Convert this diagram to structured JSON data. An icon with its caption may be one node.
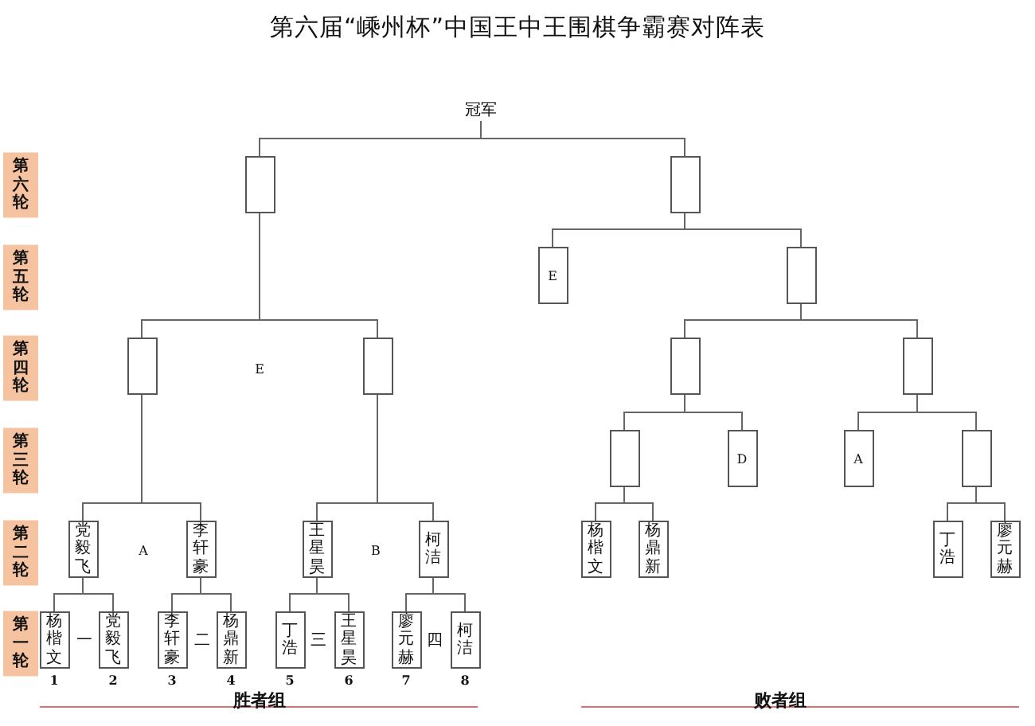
{
  "diagram": {
    "title": "第六届“嵊州杯”中国王中王围棋争霸赛对阵表",
    "nodes": [
      {
        "text": [
          "冠军"
        ]
      },
      {
        "text": [],
        "shape": "box"
      },
      {
        "text": [],
        "shape": "box"
      },
      {
        "text": [
          "E"
        ]
      },
      {
        "text": [],
        "shape": "box"
      },
      {
        "text": [],
        "shape": "box"
      },
      {
        "text": [],
        "shape": "box"
      },
      {
        "text": [],
        "shape": "box"
      },
      {
        "text": [],
        "shape": "box"
      },
      {
        "text": [],
        "shape": "box"
      },
      {
        "text": [
          "D"
        ]
      },
      {
        "text": [
          "A"
        ]
      },
      {
        "text": [],
        "shape": "box"
      },
      {
        "text": [
          "党毅飞"
        ]
      },
      {
        "text": [
          "李轩豪"
        ]
      },
      {
        "text": [
          "王星昊"
        ]
      },
      {
        "text": [
          "柯洁"
        ]
      },
      {
        "text": [
          "杨楷文"
        ]
      },
      {
        "text": [
          "杨鼎新"
        ]
      },
      {
        "text": [
          "丁浩"
        ]
      },
      {
        "text": [
          "廖元赫"
        ]
      },
      {
        "text": [
          "杨楷文"
        ],
        "beside": [
          "1"
        ]
      },
      {
        "text": [
          "党毅飞"
        ],
        "beside": [
          "2"
        ]
      },
      {
        "text": [
          "李轩豪"
        ],
        "beside": [
          "3"
        ]
      },
      {
        "text": [
          "杨鼎新"
        ],
        "beside": [
          "4"
        ]
      },
      {
        "text": [
          "丁浩"
        ],
        "beside": [
          "5"
        ]
      },
      {
        "text": [
          "王星昊"
        ],
        "beside": [
          "6"
        ]
      },
      {
        "text": [
          "廖元赫"
        ],
        "beside": [
          "7"
        ]
      },
      {
        "text": [
          "柯洁"
        ],
        "beside": [
          "8"
        ]
      }
    ],
    "edges": [
      {
        "from": 1,
        "to": 0,
        "arrow": "none"
      },
      {
        "from": 2,
        "to": 0,
        "arrow": "none"
      },
      {
        "from": 3,
        "to": 2,
        "arrow": "none"
      },
      {
        "from": 4,
        "to": 2,
        "arrow": "none"
      },
      {
        "from": 5,
        "to": 1,
        "arrow": "none"
      },
      {
        "from": 6,
        "to": 1,
        "arrow": "none"
      },
      {
        "from": 7,
        "to": 4,
        "arrow": "none"
      },
      {
        "from": 8,
        "to": 4,
        "arrow": "none"
      },
      {
        "from": 9,
        "to": 7,
        "arrow": "none"
      },
      {
        "from": 10,
        "to": 7,
        "arrow": "none"
      },
      {
        "from": 11,
        "to": 8,
        "arrow": "none"
      },
      {
        "from": 12,
        "to": 8,
        "arrow": "none"
      },
      {
        "from": 13,
        "to": 5,
        "arrow": "none"
      },
      {
        "from": 14,
        "to": 5,
        "arrow": "none"
      },
      {
        "from": 15,
        "to": 6,
        "arrow": "none"
      },
      {
        "from": 16,
        "to": 6,
        "arrow": "none"
      },
      {
        "from": 17,
        "to": 9,
        "arrow": "none"
      },
      {
        "from": 18,
        "to": 9,
        "arrow": "none"
      },
      {
        "from": 19,
        "to": 12,
        "arrow": "none"
      },
      {
        "from": 20,
        "to": 12,
        "arrow": "none"
      },
      {
        "from": 21,
        "to": 13,
        "arrow": "none"
      },
      {
        "from": 22,
        "to": 13,
        "arrow": "none"
      },
      {
        "from": 23,
        "to": 14,
        "arrow": "none"
      },
      {
        "from": 24,
        "to": 14,
        "arrow": "none"
      },
      {
        "from": 25,
        "to": 15,
        "arrow": "none"
      },
      {
        "from": 26,
        "to": 15,
        "arrow": "none"
      },
      {
        "from": 27,
        "to": 16,
        "arrow": "none"
      },
      {
        "from": 28,
        "to": 16,
        "arrow": "none"
      }
    ],
    "labels": [
      "第六轮",
      "第五轮",
      "第四轮",
      "E",
      "第三轮",
      "第二轮",
      "A",
      "B",
      "第一轮",
      "一",
      "二",
      "三",
      "四",
      "胜者组",
      "败者组"
    ]
  }
}
